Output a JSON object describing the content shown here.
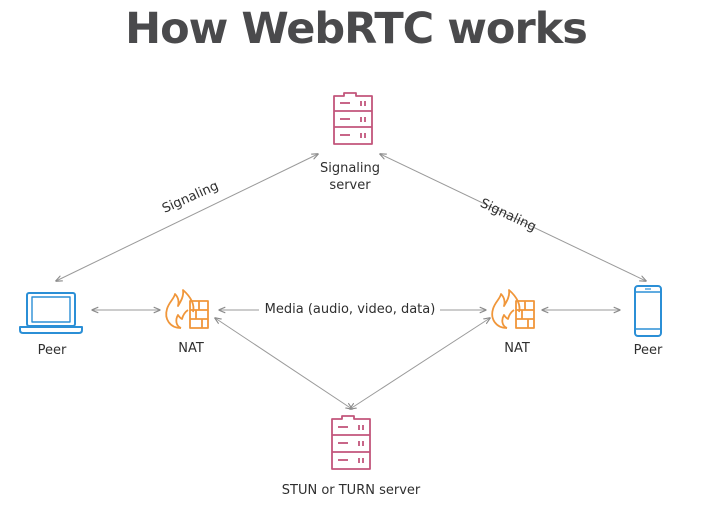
{
  "title": "How WebRTC works",
  "nodes": {
    "signaling_server": {
      "label_line1": "Signaling",
      "label_line2": "server"
    },
    "stun_turn_server": {
      "label": "STUN or TURN server"
    },
    "peer_left": {
      "label": "Peer"
    },
    "peer_right": {
      "label": "Peer"
    },
    "nat_left": {
      "label": "NAT"
    },
    "nat_right": {
      "label": "NAT"
    }
  },
  "edges": {
    "signaling_left": "Signaling",
    "signaling_right": "Signaling",
    "media": "Media (audio, video, data)"
  },
  "colors": {
    "server": "#c2557b",
    "device": "#2b8fd6",
    "nat": "#f0963a",
    "arrow": "#9a9a9a",
    "title": "#4a4a4c"
  }
}
